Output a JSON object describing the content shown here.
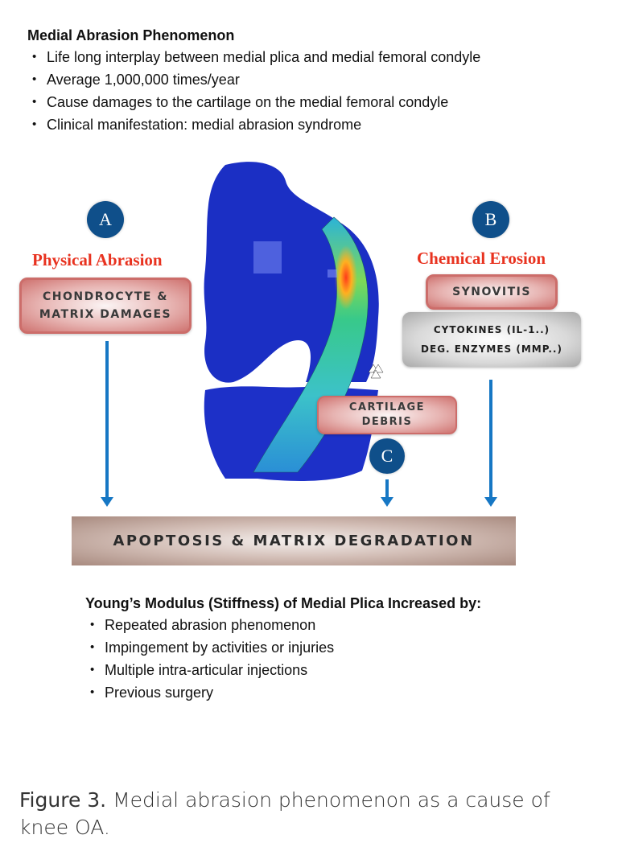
{
  "top_section": {
    "title": "Medial Abrasion Phenomenon",
    "bullets": [
      "Life long interplay between medial plica and medial femoral condyle",
      "Average 1,000,000 times/year",
      "Cause damages to the cartilage on the medial femoral condyle",
      "Clinical manifestation: medial abrasion syndrome"
    ]
  },
  "diagram": {
    "pathway_a": {
      "marker": "A",
      "title": "Physical Abrasion",
      "box_line1": "Chondrocyte &",
      "box_line2": "Matrix Damages"
    },
    "pathway_b": {
      "marker": "B",
      "title": "Chemical Erosion",
      "box": "Synovitis",
      "gray_line1": "cytokines (IL-1..)",
      "gray_line2": "deg. enzymes (MMP..)"
    },
    "pathway_c": {
      "marker": "C",
      "box_line1": "CARTILAGE",
      "box_line2": "DEBRIS"
    },
    "outcome": "Apoptosis & Matrix Degradation",
    "colors": {
      "marker_blue": "#0f4f8a",
      "title_red": "#e8321f",
      "arrow_blue": "#1677c4"
    }
  },
  "bottom_section": {
    "title": "Young’s Modulus (Stiffness) of Medial Plica Increased by:",
    "bullets": [
      "Repeated abrasion phenomenon",
      "Impingement by activities or injuries",
      "Multiple intra-articular injections",
      "Previous surgery"
    ]
  },
  "caption": {
    "label": "Figure 3.",
    "text": " Medial abrasion phenomenon as a cause of knee OA."
  }
}
